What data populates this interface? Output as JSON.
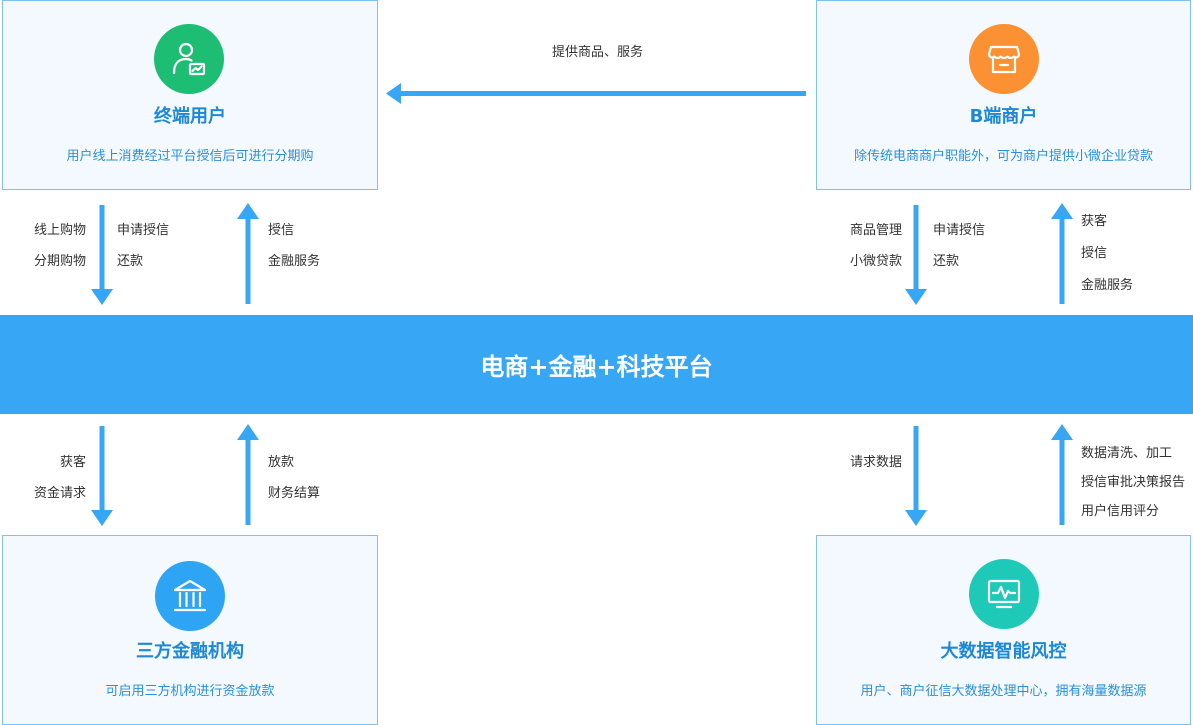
{
  "nodes": {
    "consumer": {
      "title": "终端用户",
      "desc": "用户线上消费经过平台授信后可进行分期购",
      "icon": "user-chart-icon",
      "color": "#1ebd74"
    },
    "merchant": {
      "title": "B端商户",
      "desc": "除传统电商商户职能外，可为商户提供小微企业贷款",
      "icon": "store-icon",
      "color": "#fb9132"
    },
    "finance": {
      "title": "三方金融机构",
      "desc": "可启用三方机构进行资金放款",
      "icon": "bank-icon",
      "color": "#2ea4f4"
    },
    "risk": {
      "title": "大数据智能风控",
      "desc": "用户、商户征信大数据处理中心，拥有海量数据源",
      "icon": "monitor-pulse-icon",
      "color": "#1ec9b8"
    }
  },
  "platform": {
    "title": "电商+金融+科技平台"
  },
  "flows": {
    "merchant_to_consumer": [
      "提供商品、服务"
    ],
    "consumer_down_left": [
      "线上购物",
      "分期购物"
    ],
    "consumer_down_right": [
      "申请授信",
      "还款"
    ],
    "consumer_up": [
      "授信",
      "金融服务"
    ],
    "merchant_down_left": [
      "商品管理",
      "小微贷款"
    ],
    "merchant_down_right": [
      "申请授信",
      "还款"
    ],
    "merchant_up": [
      "获客",
      "授信",
      "金融服务"
    ],
    "finance_down": [
      "获客",
      "资金请求"
    ],
    "finance_up": [
      "放款",
      "财务结算"
    ],
    "risk_down": [
      "请求数据"
    ],
    "risk_up": [
      "数据清洗、加工",
      "授信审批决策报告",
      "用户信用评分"
    ]
  },
  "colors": {
    "arrow": "#36a6f5",
    "banner": "#36a6f5",
    "border": "#7fc2f2"
  }
}
